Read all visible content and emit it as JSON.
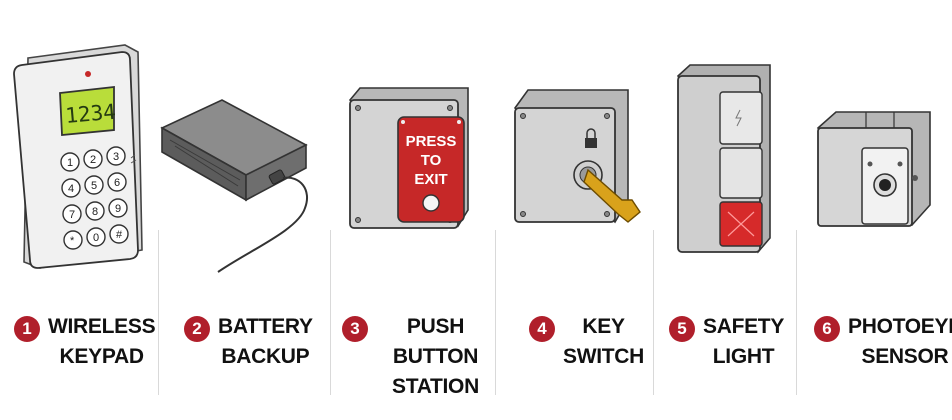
{
  "items": [
    {
      "number": "1",
      "line1": "WIRELESS",
      "line2": "KEYPAD"
    },
    {
      "number": "2",
      "line1": "BATTERY",
      "line2": "BACKUP"
    },
    {
      "number": "3",
      "line1": "PUSH BUTTON",
      "line2": "STATION"
    },
    {
      "number": "4",
      "line1": "KEY",
      "line2": "SWITCH"
    },
    {
      "number": "5",
      "line1": "SAFETY",
      "line2": "LIGHT"
    },
    {
      "number": "6",
      "line1": "PHOTOEYE",
      "line2": "SENSOR"
    }
  ],
  "keypad": {
    "display": "1234",
    "keys": [
      "1",
      "2",
      "3",
      "4",
      "5",
      "6",
      "7",
      "8",
      "9",
      "*",
      "0",
      "#"
    ]
  },
  "push_button": {
    "line1": "PRESS",
    "line2": "TO",
    "line3": "EXIT"
  },
  "colors": {
    "accent_red": "#b01f2b",
    "lcd_green": "#b9dd3a",
    "key_gold": "#d9a21b"
  }
}
